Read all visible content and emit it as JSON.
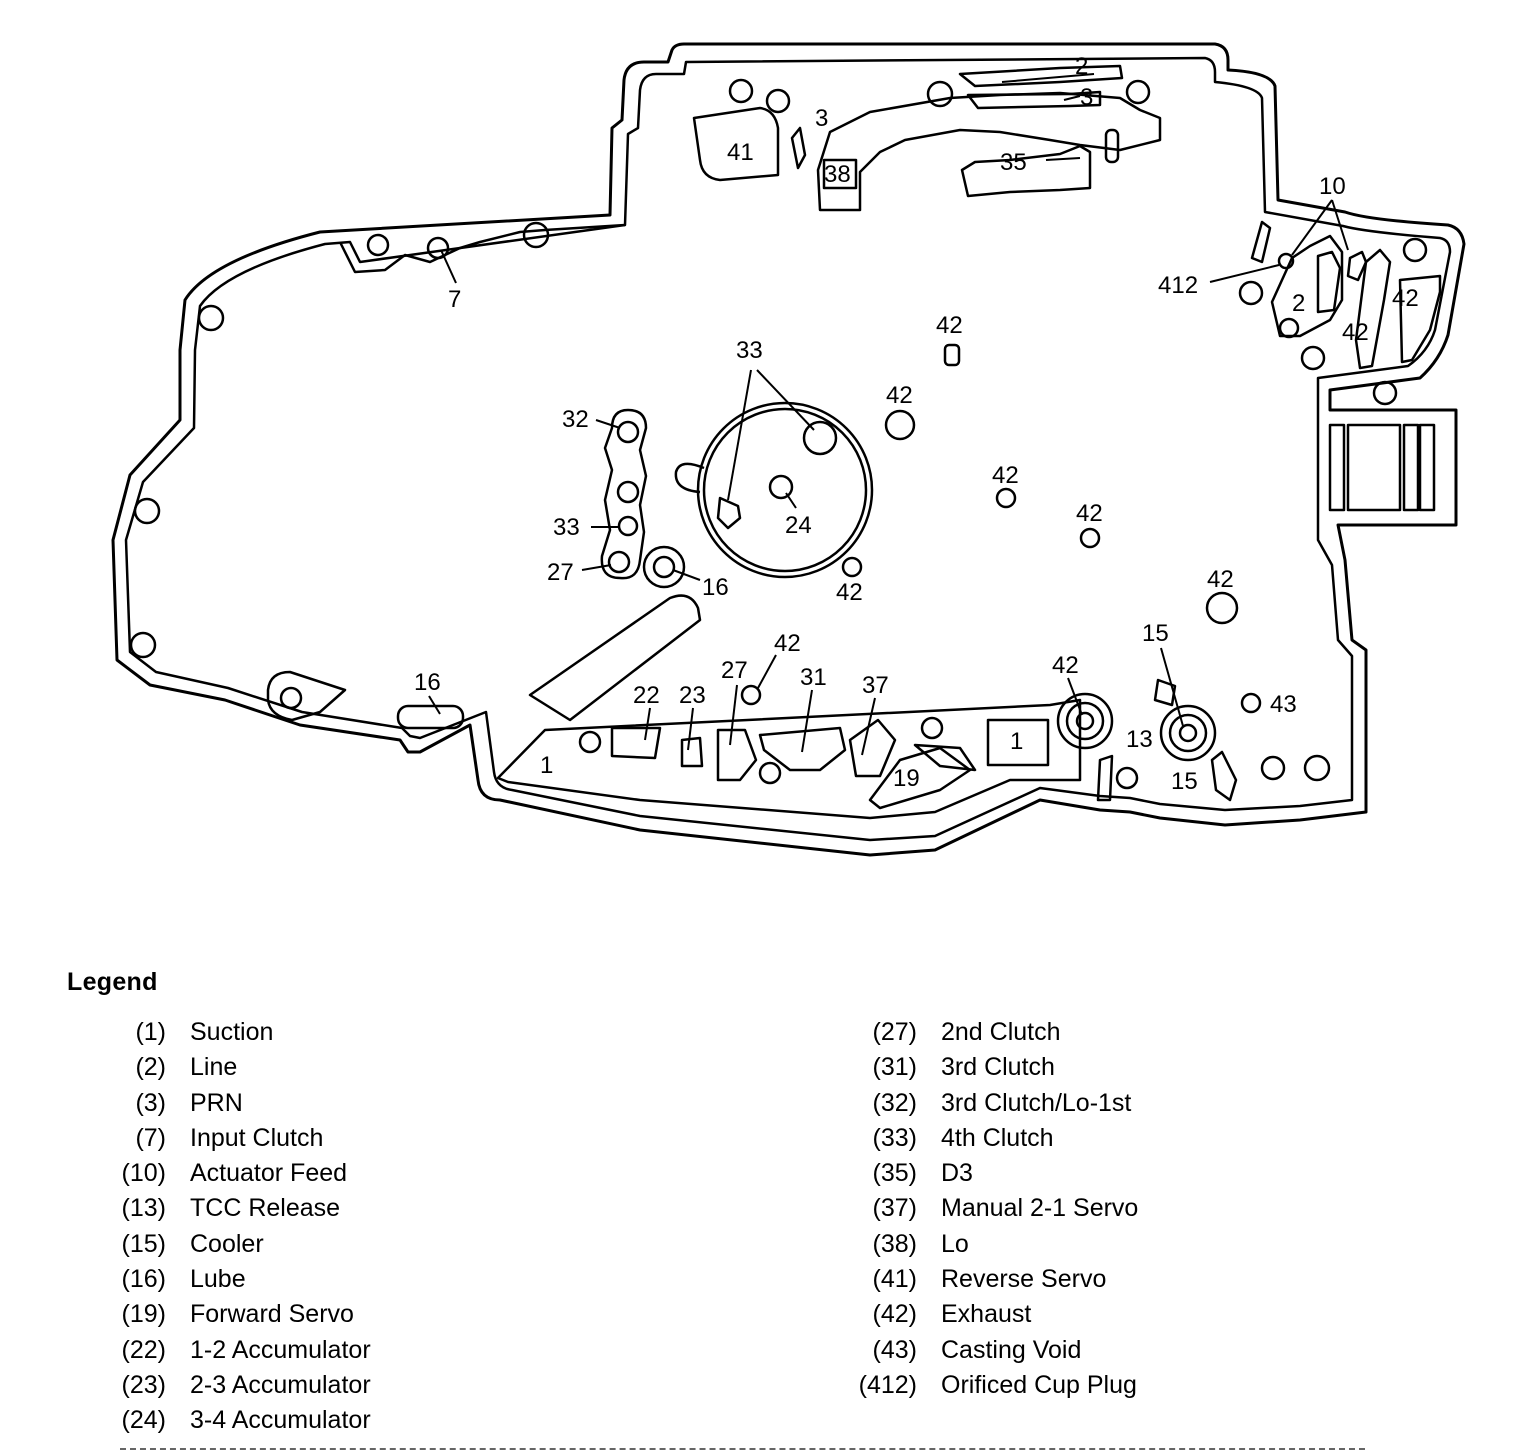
{
  "diagram": {
    "callouts": {
      "c7": "7",
      "c2_top": "2",
      "c3_top_a": "3",
      "c3_top_b": "3",
      "c41": "41",
      "c38": "38",
      "c35": "35",
      "c10": "10",
      "c412": "412",
      "c2_right": "2",
      "c42_right_a": "42",
      "c42_right_b": "42",
      "c42_center": "42",
      "c33_top": "33",
      "c42_b": "42",
      "c32": "32",
      "c33_mid": "33",
      "c27_left": "27",
      "c16_mid": "16",
      "c24": "24",
      "c42_c": "42",
      "c42_d": "42",
      "c42_e": "42",
      "c42_f": "42",
      "c16_low": "16",
      "c22": "22",
      "c23": "23",
      "c27_low": "27",
      "c42_g": "42",
      "c31": "31",
      "c37": "37",
      "c1_left": "1",
      "c19": "19",
      "c1_right": "1",
      "c42_h": "42",
      "c15_top": "15",
      "c13": "13",
      "c15_low": "15",
      "c43": "43"
    }
  },
  "legend": {
    "title": "Legend",
    "left": [
      {
        "code": "(1)",
        "label": "Suction"
      },
      {
        "code": "(2)",
        "label": "Line"
      },
      {
        "code": "(3)",
        "label": "PRN"
      },
      {
        "code": "(7)",
        "label": "Input Clutch"
      },
      {
        "code": "(10)",
        "label": "Actuator Feed"
      },
      {
        "code": "(13)",
        "label": "TCC Release"
      },
      {
        "code": "(15)",
        "label": "Cooler"
      },
      {
        "code": "(16)",
        "label": "Lube"
      },
      {
        "code": "(19)",
        "label": "Forward Servo"
      },
      {
        "code": "(22)",
        "label": "1-2 Accumulator"
      },
      {
        "code": "(23)",
        "label": "2-3 Accumulator"
      },
      {
        "code": "(24)",
        "label": "3-4 Accumulator"
      }
    ],
    "right": [
      {
        "code": "(27)",
        "label": "2nd Clutch"
      },
      {
        "code": "(31)",
        "label": "3rd Clutch"
      },
      {
        "code": "(32)",
        "label": "3rd Clutch/Lo-1st"
      },
      {
        "code": "(33)",
        "label": "4th Clutch"
      },
      {
        "code": "(35)",
        "label": "D3"
      },
      {
        "code": "(37)",
        "label": "Manual 2-1 Servo"
      },
      {
        "code": "(38)",
        "label": "Lo"
      },
      {
        "code": "(41)",
        "label": "Reverse Servo"
      },
      {
        "code": "(42)",
        "label": "Exhaust"
      },
      {
        "code": "(43)",
        "label": "Casting Void"
      },
      {
        "code": "(412)",
        "label": "Orificed Cup Plug"
      }
    ]
  }
}
